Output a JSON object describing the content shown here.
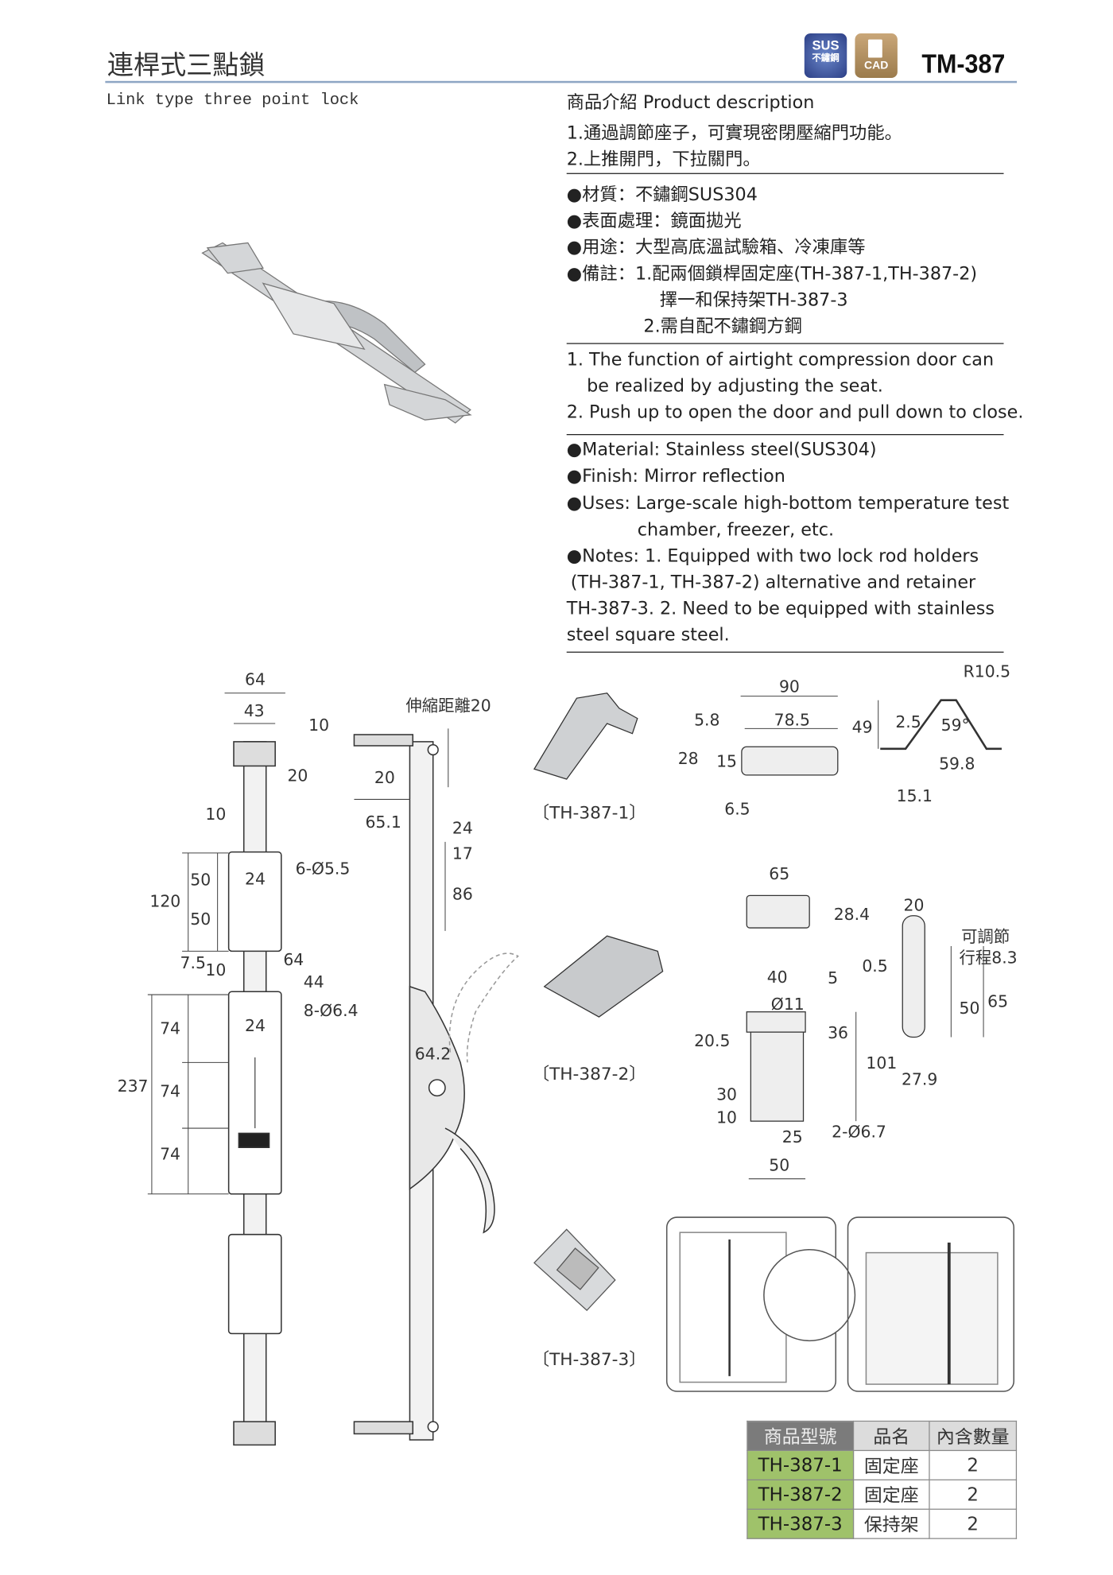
{
  "header": {
    "title_zh": "連桿式三點鎖",
    "title_en": "Link type three point lock",
    "model": "TM-387",
    "badges": {
      "sus": "SUS",
      "sus_sub": "不鏽鋼",
      "cad": "CAD"
    }
  },
  "description": {
    "heading": "商品介紹 Product description",
    "zh_points": [
      "1.通過調節座子，可實現密閉壓縮門功能。",
      "2.上推開門，下拉關門。"
    ],
    "zh_specs": [
      "●材質：不鏽鋼SUS304",
      "●表面處理：鏡面拋光",
      "●用途：大型高底溫試驗箱、冷凍庫等",
      "●備註：1.配兩個鎖桿固定座(TH-387-1,TH-387-2)",
      "擇一和保持架TH-387-3",
      "2.需自配不鏽鋼方鋼"
    ],
    "en_points": [
      "1. The function of airtight compression door can",
      "be realized by adjusting the seat.",
      "2. Push up to open the door and pull down to close."
    ],
    "en_specs": [
      "●Material: Stainless steel(SUS304)",
      "●Finish: Mirror reflection",
      "●Uses: Large-scale high-bottom temperature test",
      "chamber, freezer, etc.",
      "●Notes: 1. Equipped with two lock rod holders",
      "(TH-387-1, TH-387-2) alternative and retainer",
      "TH-387-3. 2. Need to be equipped with stainless",
      "steel square steel."
    ]
  },
  "front_view_dims": [
    "64",
    "43",
    "10",
    "20",
    "10",
    "24",
    "6-Ø5.5",
    "50",
    "120",
    "50",
    "7.5",
    "10",
    "64",
    "44",
    "8-Ø6.4",
    "24",
    "74",
    "237",
    "74",
    "74"
  ],
  "side_view_dims": [
    "伸縮距離20",
    "20",
    "65.1",
    "24",
    "17",
    "86",
    "64.2"
  ],
  "th1": {
    "caption": "〔TH-387-1〕",
    "dims": [
      "90",
      "5.8",
      "78.5",
      "28",
      "15",
      "6.5",
      "49",
      "2.5",
      "59°",
      "R10.5",
      "59.8",
      "15.1"
    ]
  },
  "th2": {
    "caption": "〔TH-387-2〕",
    "dims": [
      "65",
      "28.4",
      "20",
      "可調節",
      "行程8.3",
      "0.5",
      "40",
      "5",
      "Ø11",
      "36",
      "20.5",
      "101",
      "50",
      "65",
      "27.9",
      "30",
      "10",
      "25",
      "2-Ø6.7",
      "50"
    ]
  },
  "th3": {
    "caption": "〔TH-387-3〕"
  },
  "table": {
    "headers": [
      "商品型號",
      "品名",
      "內含數量"
    ],
    "rows": [
      [
        "TH-387-1",
        "固定座",
        "2"
      ],
      [
        "TH-387-2",
        "固定座",
        "2"
      ],
      [
        "TH-387-3",
        "保持架",
        "2"
      ]
    ]
  }
}
